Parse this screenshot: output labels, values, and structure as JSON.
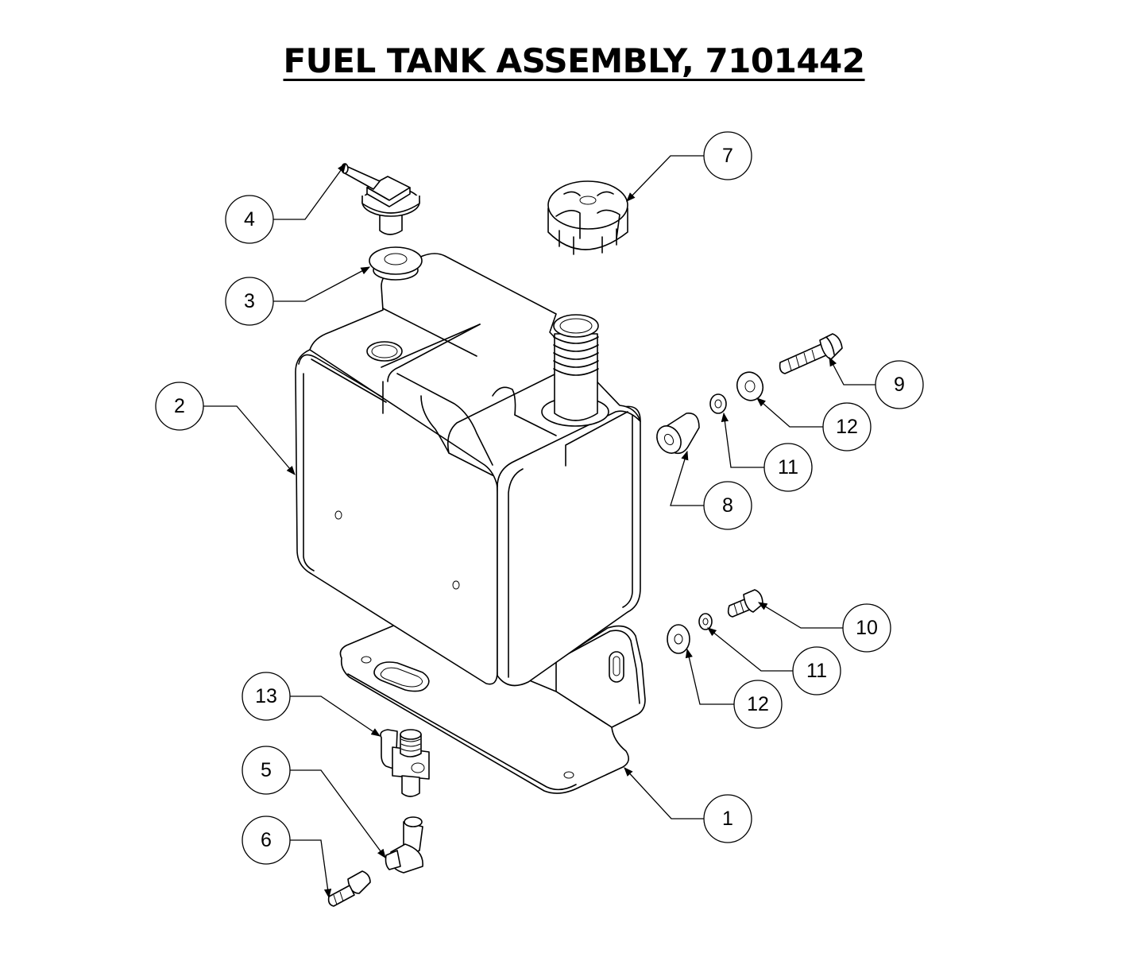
{
  "title": "FUEL TANK ASSEMBLY, 7101442",
  "callouts": [
    {
      "label": "1",
      "part": "mounting-bracket"
    },
    {
      "label": "2",
      "part": "fuel-tank"
    },
    {
      "label": "3",
      "part": "grommet"
    },
    {
      "label": "4",
      "part": "vent-fitting"
    },
    {
      "label": "5",
      "part": "elbow-fitting"
    },
    {
      "label": "6",
      "part": "hose-barb-fitting"
    },
    {
      "label": "7",
      "part": "fuel-cap"
    },
    {
      "label": "8",
      "part": "spacer"
    },
    {
      "label": "9",
      "part": "bolt"
    },
    {
      "label": "10",
      "part": "bolt"
    },
    {
      "label": "11",
      "part": "lock-washer"
    },
    {
      "label": "11",
      "part": "lock-washer"
    },
    {
      "label": "12",
      "part": "flat-washer"
    },
    {
      "label": "12",
      "part": "flat-washer"
    },
    {
      "label": "13",
      "part": "tee-fitting"
    }
  ]
}
